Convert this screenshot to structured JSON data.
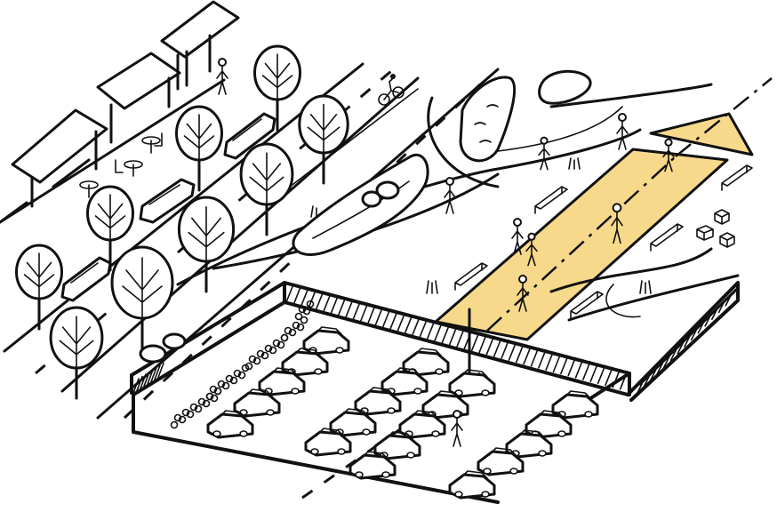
{
  "scene": {
    "style": "hand-drawn black ink isometric sketch with highlighted promenade",
    "colors": {
      "ink": "#111111",
      "background": "#ffffff",
      "highlight": "#f7d98c"
    },
    "elements": [
      "street-with-dashed-centerline",
      "tree-row",
      "parked-cars",
      "storefront-row-with-cafe",
      "bike-lane",
      "raised-promenade",
      "direction-arrow",
      "pedestrians",
      "benches",
      "planter-islands",
      "underground-parking-garage",
      "bicycle-parking"
    ]
  }
}
